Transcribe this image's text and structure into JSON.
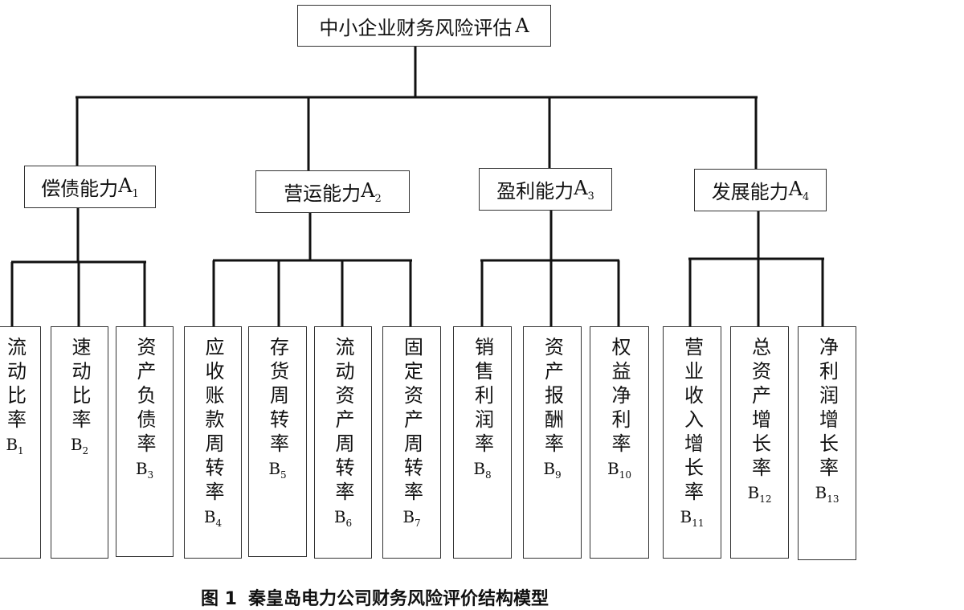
{
  "root": {
    "label": "中小企业财务风险评估",
    "code": "A"
  },
  "categories": [
    {
      "label": "偿债能力",
      "code": "A",
      "sub": "1"
    },
    {
      "label": "营运能力",
      "code": "A",
      "sub": "2"
    },
    {
      "label": "盈利能力",
      "code": "A",
      "sub": "3"
    },
    {
      "label": "发展能力",
      "code": "A",
      "sub": "4"
    }
  ],
  "indicators": [
    {
      "label": "流动比率",
      "code": "B",
      "sub": "1"
    },
    {
      "label": "速动比率",
      "code": "B",
      "sub": "2"
    },
    {
      "label": "资产负债率",
      "code": "B",
      "sub": "3"
    },
    {
      "label": "应收账款周转率",
      "code": "B",
      "sub": "4"
    },
    {
      "label": "存货周转率",
      "code": "B",
      "sub": "5"
    },
    {
      "label": "流动资产周转率",
      "code": "B",
      "sub": "6"
    },
    {
      "label": "固定资产周转率",
      "code": "B",
      "sub": "7"
    },
    {
      "label": "销售利润率",
      "code": "B",
      "sub": "8"
    },
    {
      "label": "资产报酬率",
      "code": "B",
      "sub": "9"
    },
    {
      "label": "权益净利率",
      "code": "B",
      "sub": "10"
    },
    {
      "label": "营业收入增长率",
      "code": "B",
      "sub": "11"
    },
    {
      "label": "总资产增长率",
      "code": "B",
      "sub": "12"
    },
    {
      "label": "净利润增长率",
      "code": "B",
      "sub": "13"
    }
  ],
  "caption": {
    "figure": "图 1",
    "title": "秦皇岛电力公司财务风险评价结构模型"
  }
}
